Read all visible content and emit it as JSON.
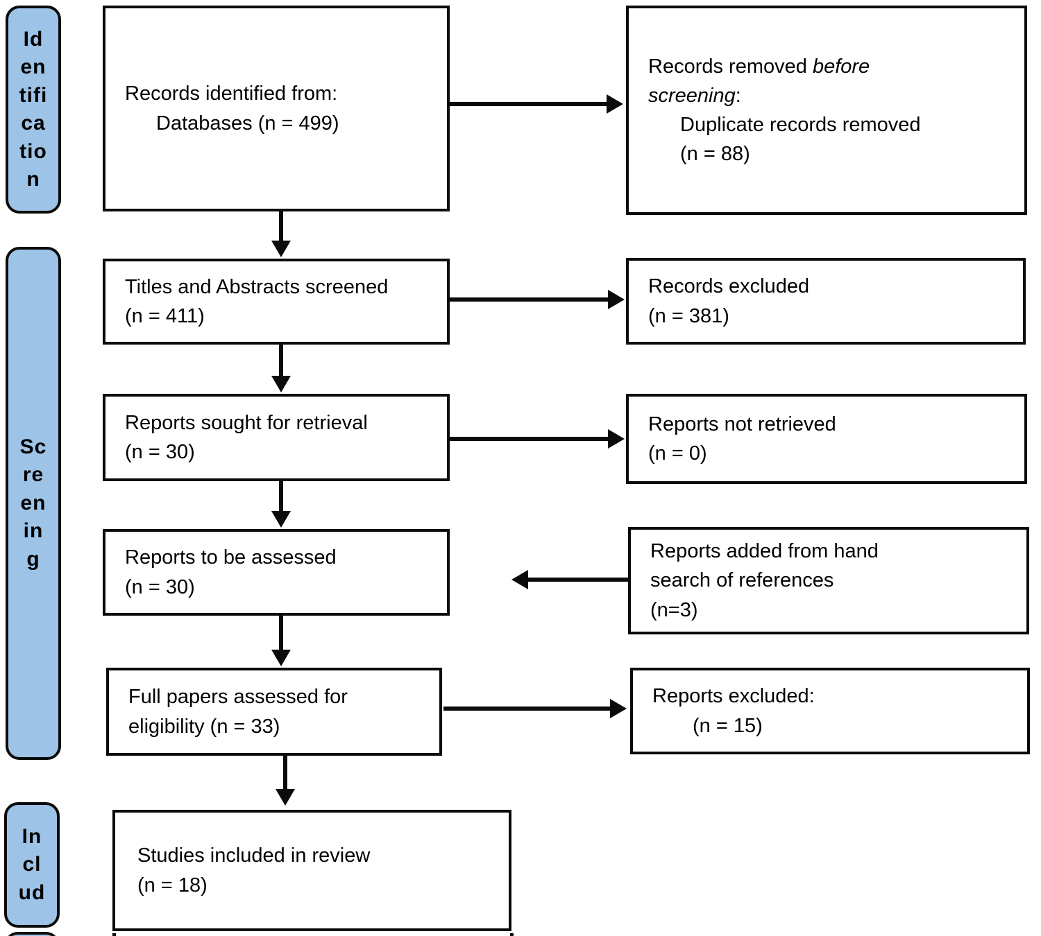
{
  "diagram": {
    "title": "PRISMA-style study selection flow diagram",
    "colors": {
      "stage_fill": "#9dc3e6",
      "stage_border": "#0b0b0b",
      "box_border": "#0b0b0b",
      "box_fill": "#ffffff",
      "arrow": "#0b0b0b"
    },
    "stages": {
      "identification": "Id\nen\ntifi\nca\ntio\nn",
      "screening": "Sc\nre\nen\nin\ng",
      "included": "In\ncl\nud"
    },
    "boxes": {
      "records_identified": {
        "line1": "Records identified from:",
        "line2": "Databases (n = 499)"
      },
      "records_removed": {
        "l1_normal": "Records removed ",
        "l1_italic": "before",
        "l2_italic": "screening",
        "l2_normal": ":",
        "line3": "Duplicate records removed",
        "line4": "(n = 88)"
      },
      "titles_screened": {
        "line1": "Titles and Abstracts screened",
        "line2": "(n = 411)"
      },
      "records_excluded": {
        "line1": "Records excluded",
        "line2": "(n = 381)"
      },
      "reports_sought": {
        "line1": "Reports sought for retrieval",
        "line2": "(n = 30)"
      },
      "reports_not_retrieved": {
        "line1": "Reports not retrieved",
        "line2": "(n = 0)"
      },
      "reports_assessed": {
        "line1": "Reports to be assessed",
        "line2": "(n = 30)"
      },
      "reports_hand_search": {
        "line1": "Reports added from hand",
        "line2": "search of references",
        "line3": "(n=3)"
      },
      "full_papers": {
        "line1": "Full papers assessed for",
        "line2": "eligibility (n = 33)"
      },
      "reports_excluded": {
        "line1": "Reports excluded:",
        "line2": "(n = 15)"
      },
      "studies_included": {
        "line1": "Studies included in review",
        "line2": "(n = 18)"
      }
    }
  }
}
